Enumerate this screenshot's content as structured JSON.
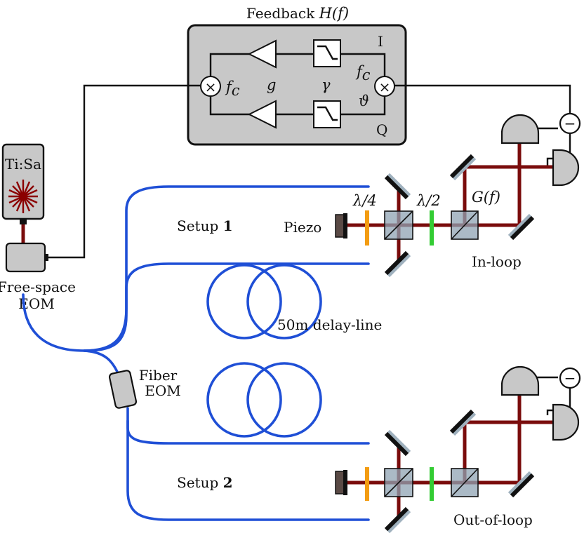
{
  "diagram": {
    "feedback_title": "Feedback H(f)",
    "feedback_title_plain": "Feedback ",
    "feedback_title_math": "H(f)",
    "fc_left": "f",
    "fc_sub": "c",
    "g_label": "g",
    "gamma_label": "γ",
    "fc_right": "f",
    "theta_label": "ϑ",
    "I_label": "I",
    "Q_label": "Q",
    "laser_label": "Ti:Sa",
    "free_space_eom_line1": "Free-space",
    "free_space_eom_line2": "EOM",
    "fiber_eom_line1": "Fiber",
    "fiber_eom_line2": "EOM",
    "setup1_plain": "Setup ",
    "setup1_num": "1",
    "setup2_plain": "Setup ",
    "setup2_num": "2",
    "piezo_label": "Piezo",
    "qwp_label": "λ/4",
    "hwp_label": "λ/2",
    "gain_label": "G(f)",
    "inloop_label": "In-loop",
    "outloop_label": "Out-of-loop",
    "delay_label": "50m delay-line",
    "minus_symbol": "−",
    "times_symbol": "×"
  },
  "colors": {
    "fiber": "#1f4fd6",
    "beam": "#7a0c0c",
    "box_fill": "#c8c8c8",
    "quarter_wave_plate": "#f39c12",
    "half_wave_plate": "#33cc33",
    "beamsplitter": "#8fa3b3"
  }
}
